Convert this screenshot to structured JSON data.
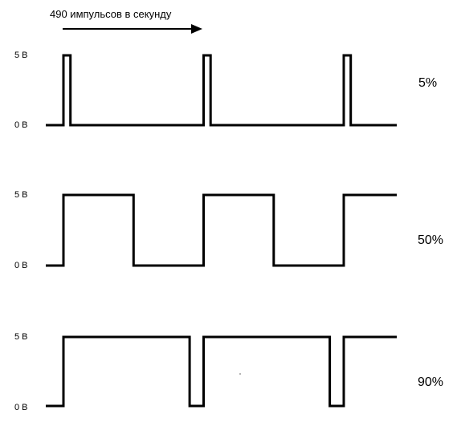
{
  "header": {
    "frequency_label": "490 импульсов в секунду"
  },
  "waveforms": [
    {
      "duty_label": "5%",
      "duty_fraction": 0.05,
      "high_label": "5 В",
      "low_label": "0 В"
    },
    {
      "duty_label": "50%",
      "duty_fraction": 0.5,
      "high_label": "5 В",
      "low_label": "0 В"
    },
    {
      "duty_label": "90%",
      "duty_fraction": 0.9,
      "high_label": "5 В",
      "low_label": "0 В"
    }
  ],
  "colors": {
    "signal": "#000000",
    "background": "#ffffff"
  }
}
